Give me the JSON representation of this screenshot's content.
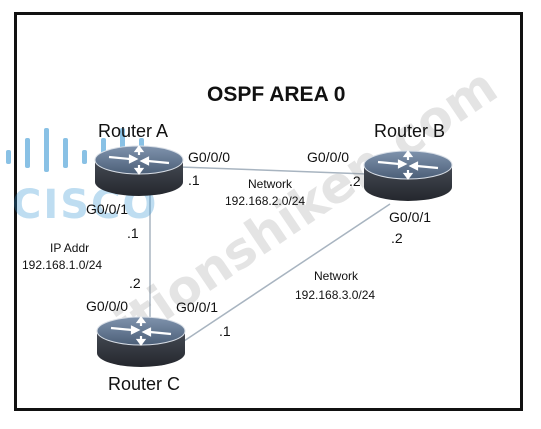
{
  "title": "OSPF AREA 0",
  "routers": {
    "a": {
      "name": "Router A"
    },
    "b": {
      "name": "Router B"
    },
    "c": {
      "name": "Router C"
    }
  },
  "interfaces": {
    "a_g000": "G0/0/0",
    "a_g000_host": ".1",
    "a_g001": "G0/0/1",
    "a_g001_host": ".1",
    "b_g000": "G0/0/0",
    "b_g000_host": ".2",
    "b_g001": "G0/0/1",
    "b_g001_host": ".2",
    "c_g000": "G0/0/0",
    "c_g000_host": ".2",
    "c_g001": "G0/0/1",
    "c_g001_host": ".1"
  },
  "links": {
    "ab": {
      "label": "Network",
      "subnet": "192.168.2.0/24"
    },
    "ac": {
      "label": "IP Addr",
      "subnet": "192.168.1.0/24"
    },
    "bc": {
      "label": "Network",
      "subnet": "192.168.3.0/24"
    }
  },
  "watermark": {
    "logo_text": "CISCO",
    "text": "itionshiken.com"
  },
  "colors": {
    "router_body": "#3a3e46",
    "router_top": "#5a6e88",
    "link": "#a8b4c0",
    "logo": "#2a8fd0"
  }
}
